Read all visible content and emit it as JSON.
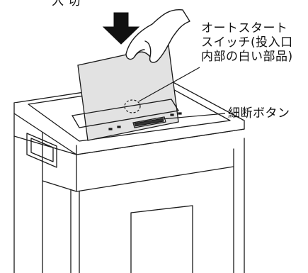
{
  "top_label": "入 切",
  "labels": {
    "auto_start_line1": "オートスタート",
    "auto_start_line2": "スイッチ(投入口",
    "auto_start_line3": "内部の白い部品)",
    "shred_button": "細断ボタン"
  },
  "icons": {
    "insert_arrow": "down-arrow-icon",
    "hand": "hand-icon"
  },
  "colors": {
    "line": "#1a1a1a",
    "arrow": "#111111",
    "paper": "#e2e2e2",
    "body": "#ffffff"
  }
}
